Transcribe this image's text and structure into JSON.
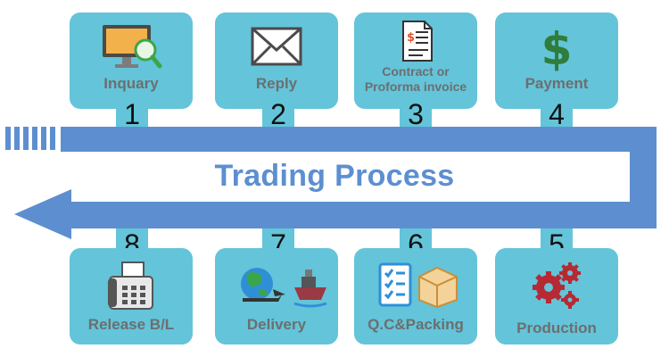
{
  "title": "Trading Process",
  "steps": [
    {
      "number": "1",
      "label": "Inquary",
      "icon": "monitor-search-icon"
    },
    {
      "number": "2",
      "label": "Reply",
      "icon": "envelope-icon"
    },
    {
      "number": "3",
      "label_line1": "Contract or",
      "label_line2": "Proforma invoice",
      "icon": "invoice-document-icon"
    },
    {
      "number": "4",
      "label": "Payment",
      "icon": "dollar-icon"
    },
    {
      "number": "5",
      "label": "Production",
      "icon": "gears-icon"
    },
    {
      "number": "6",
      "label": "Q.C&Packing",
      "icon": "checklist-box-icon"
    },
    {
      "number": "7",
      "label": "Delivery",
      "icon": "globe-plane-ship-icon"
    },
    {
      "number": "8",
      "label": "Release B/L",
      "icon": "fax-machine-icon"
    }
  ],
  "colors": {
    "card": "#64c4d9",
    "band": "#5d8fd0",
    "label": "#6b6f70",
    "accent": "#c0392b"
  }
}
